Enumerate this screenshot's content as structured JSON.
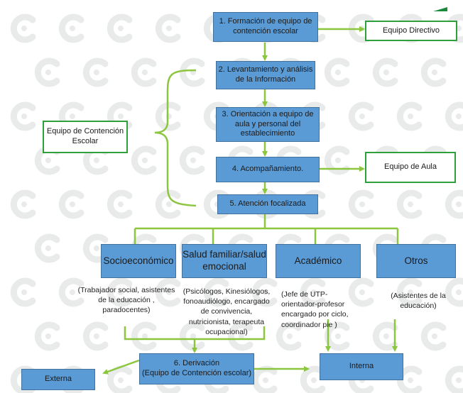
{
  "colors": {
    "process_box": "#5b9bd5",
    "process_border": "#41719c",
    "outline_box_border": "#2e9f3a",
    "connector": "#8cc63f",
    "watermark": "#e8ebe9"
  },
  "steps": [
    {
      "label": "1. Formación de equipo de contención escolar"
    },
    {
      "label": "2. Levantamiento y análisis de la Información"
    },
    {
      "label": "3. Orientación a equipo de aula y personal del establecimiento"
    },
    {
      "label": "4. Acompañamiento."
    },
    {
      "label": "5.  Atención focalizada"
    }
  ],
  "side_boxes": {
    "equipo_directivo": "Equipo Directivo",
    "equipo_aula": "Equipo de Aula",
    "equipo_contencion": "Equipo de Contención Escolar"
  },
  "areas": [
    {
      "label": "Socioeconómico",
      "detail": "(Trabajador social, asistentes de la educación , paradocentes)"
    },
    {
      "label": "Salud  familiar/salud emocional",
      "detail": "(Psicólogos, Kinesiólogos, fonoaudiólogo, encargado de convivencia, nutricionista, terapeuta ocupacional)"
    },
    {
      "label": "Académico",
      "detail": "(Jefe de UTP- orientador-profesor encargado por ciclo, coordinador pie )"
    },
    {
      "label": "Otros",
      "detail": "(Asistentes de la educación)"
    }
  ],
  "derivacion": {
    "label": "6. Derivación",
    "sublabel": "(Equipo de Contención escolar)",
    "externa": "Externa",
    "interna": "Interna"
  }
}
